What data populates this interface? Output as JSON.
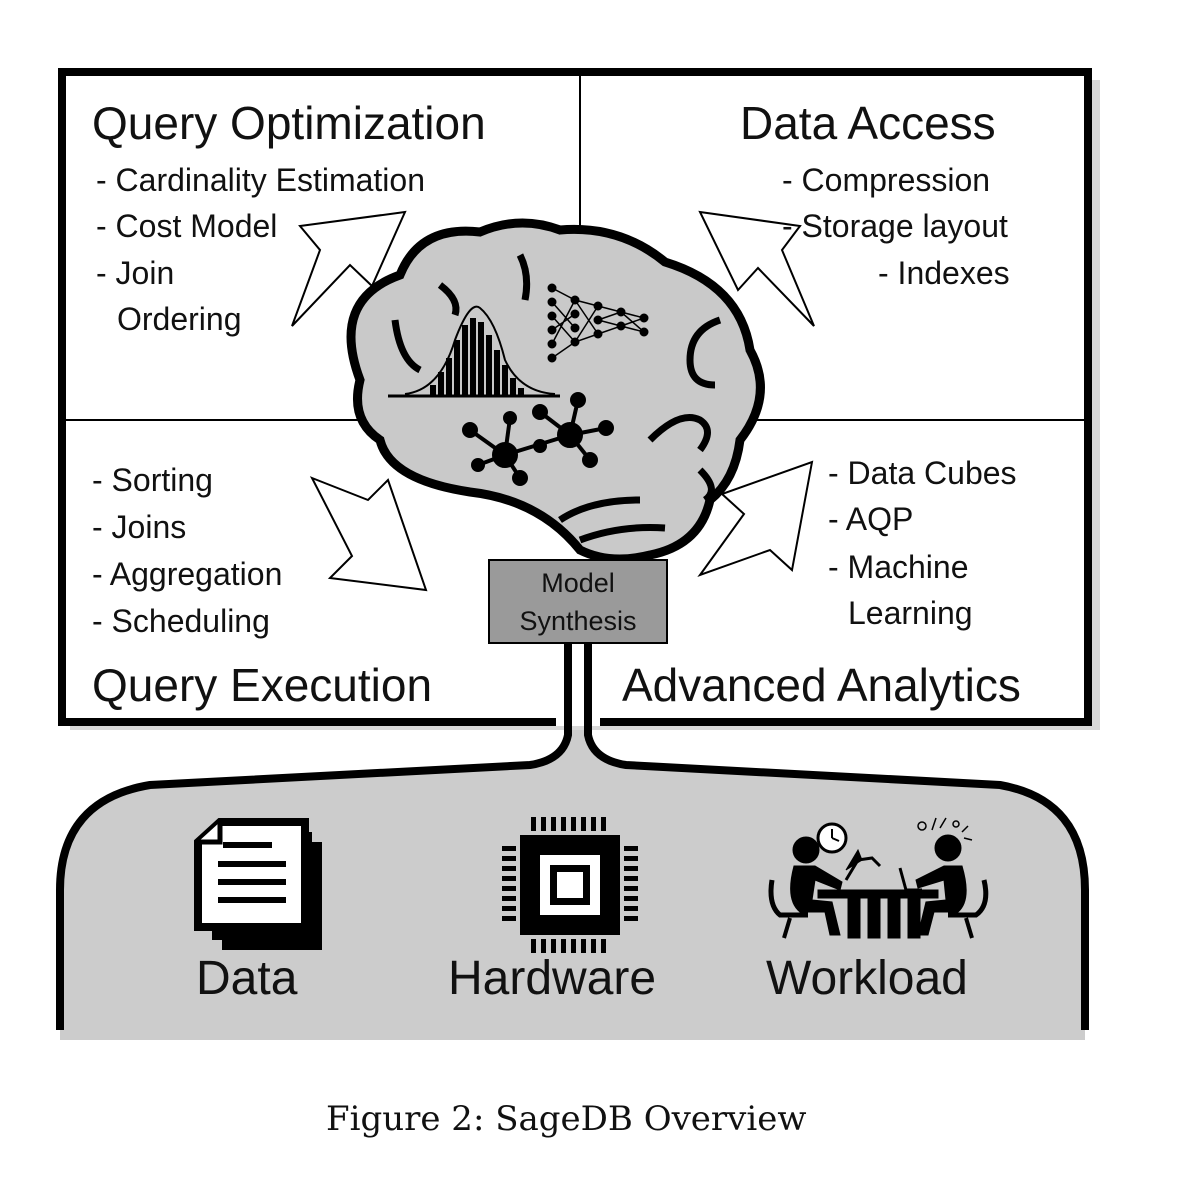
{
  "quadrants": {
    "query_optimization": {
      "title": "Query Optimization",
      "items": [
        "- Cardinality Estimation",
        "- Cost Model",
        "- Join",
        "Ordering"
      ]
    },
    "data_access": {
      "title": "Data Access",
      "items": [
        "- Compression",
        "- Storage layout",
        "- Indexes"
      ]
    },
    "query_execution": {
      "title": "Query Execution",
      "items": [
        "- Sorting",
        "- Joins",
        "- Aggregation",
        "- Scheduling"
      ]
    },
    "advanced_analytics": {
      "title": "Advanced Analytics",
      "items": [
        "- Data Cubes",
        "- AQP",
        "- Machine",
        "Learning"
      ]
    }
  },
  "model_synthesis": {
    "line1": "Model",
    "line2": "Synthesis"
  },
  "inputs": {
    "data": "Data",
    "hardware": "Hardware",
    "workload": "Workload"
  },
  "caption": "Figure 2: SageDB Overview",
  "colors": {
    "fill": "#cccccc",
    "brain": "#c9c9c9",
    "box": "#9a9a9a",
    "stroke": "#000000"
  }
}
